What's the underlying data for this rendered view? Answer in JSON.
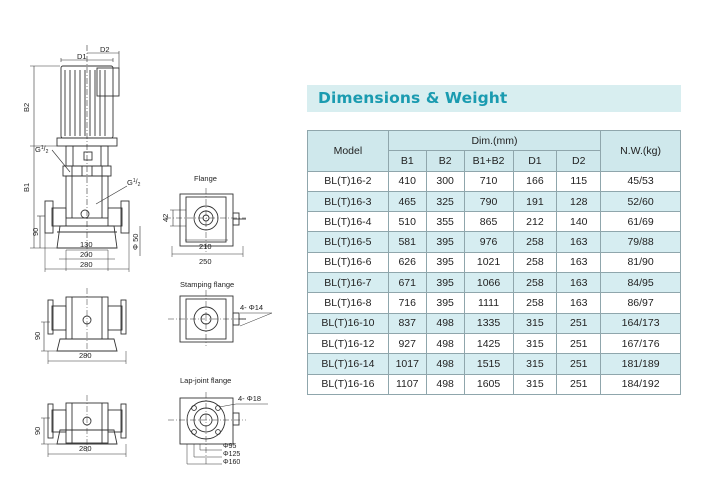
{
  "section_title": "Dimensions & Weight",
  "table": {
    "model_header": "Model",
    "dim_group_header": "Dim.(mm)",
    "nw_header": "N.W.(kg)",
    "sub_headers": [
      "B1",
      "B2",
      "B1+B2",
      "D1",
      "D2"
    ],
    "rows": [
      {
        "model": "BL(T)16-2",
        "b1": "410",
        "b2": "300",
        "b1b2": "710",
        "d1": "166",
        "d2": "115",
        "nw": "45/53"
      },
      {
        "model": "BL(T)16-3",
        "b1": "465",
        "b2": "325",
        "b1b2": "790",
        "d1": "191",
        "d2": "128",
        "nw": "52/60"
      },
      {
        "model": "BL(T)16-4",
        "b1": "510",
        "b2": "355",
        "b1b2": "865",
        "d1": "212",
        "d2": "140",
        "nw": "61/69"
      },
      {
        "model": "BL(T)16-5",
        "b1": "581",
        "b2": "395",
        "b1b2": "976",
        "d1": "258",
        "d2": "163",
        "nw": "79/88"
      },
      {
        "model": "BL(T)16-6",
        "b1": "626",
        "b2": "395",
        "b1b2": "1021",
        "d1": "258",
        "d2": "163",
        "nw": "81/90"
      },
      {
        "model": "BL(T)16-7",
        "b1": "671",
        "b2": "395",
        "b1b2": "1066",
        "d1": "258",
        "d2": "163",
        "nw": "84/95"
      },
      {
        "model": "BL(T)16-8",
        "b1": "716",
        "b2": "395",
        "b1b2": "1111",
        "d1": "258",
        "d2": "163",
        "nw": "86/97"
      },
      {
        "model": "BL(T)16-10",
        "b1": "837",
        "b2": "498",
        "b1b2": "1335",
        "d1": "315",
        "d2": "251",
        "nw": "164/173"
      },
      {
        "model": "BL(T)16-12",
        "b1": "927",
        "b2": "498",
        "b1b2": "1425",
        "d1": "315",
        "d2": "251",
        "nw": "167/176"
      },
      {
        "model": "BL(T)16-14",
        "b1": "1017",
        "b2": "498",
        "b1b2": "1515",
        "d1": "315",
        "d2": "251",
        "nw": "181/189"
      },
      {
        "model": "BL(T)16-16",
        "b1": "1107",
        "b2": "498",
        "b1b2": "1605",
        "d1": "315",
        "d2": "251",
        "nw": "184/192"
      }
    ]
  },
  "drawings": {
    "main": {
      "d1": "D1",
      "d2": "D2",
      "b1": "B1",
      "b2": "B2",
      "g_left": "G",
      "g_left_sup": "1",
      "g_left_sub": "2",
      "g_right": "G",
      "g_right_sup": "1",
      "g_right_sub": "2",
      "dim_90": "90",
      "dim_130": "130",
      "dim_200": "200",
      "dim_280": "280",
      "dim_phi50": "Φ 50"
    },
    "flange": {
      "title": "Flange",
      "dim_42": "42",
      "dim_210": "210",
      "dim_250": "250"
    },
    "stamping": {
      "title": "Stamping flange",
      "holes": "4- Φ14",
      "dim_90": "90",
      "dim_280": "280"
    },
    "lapjoint": {
      "title": "Lap-joint flange",
      "holes": "4- Φ18",
      "dim_90": "90",
      "dim_280": "280",
      "phi95": "Φ95",
      "phi125": "Φ125",
      "phi160": "Φ160"
    }
  }
}
